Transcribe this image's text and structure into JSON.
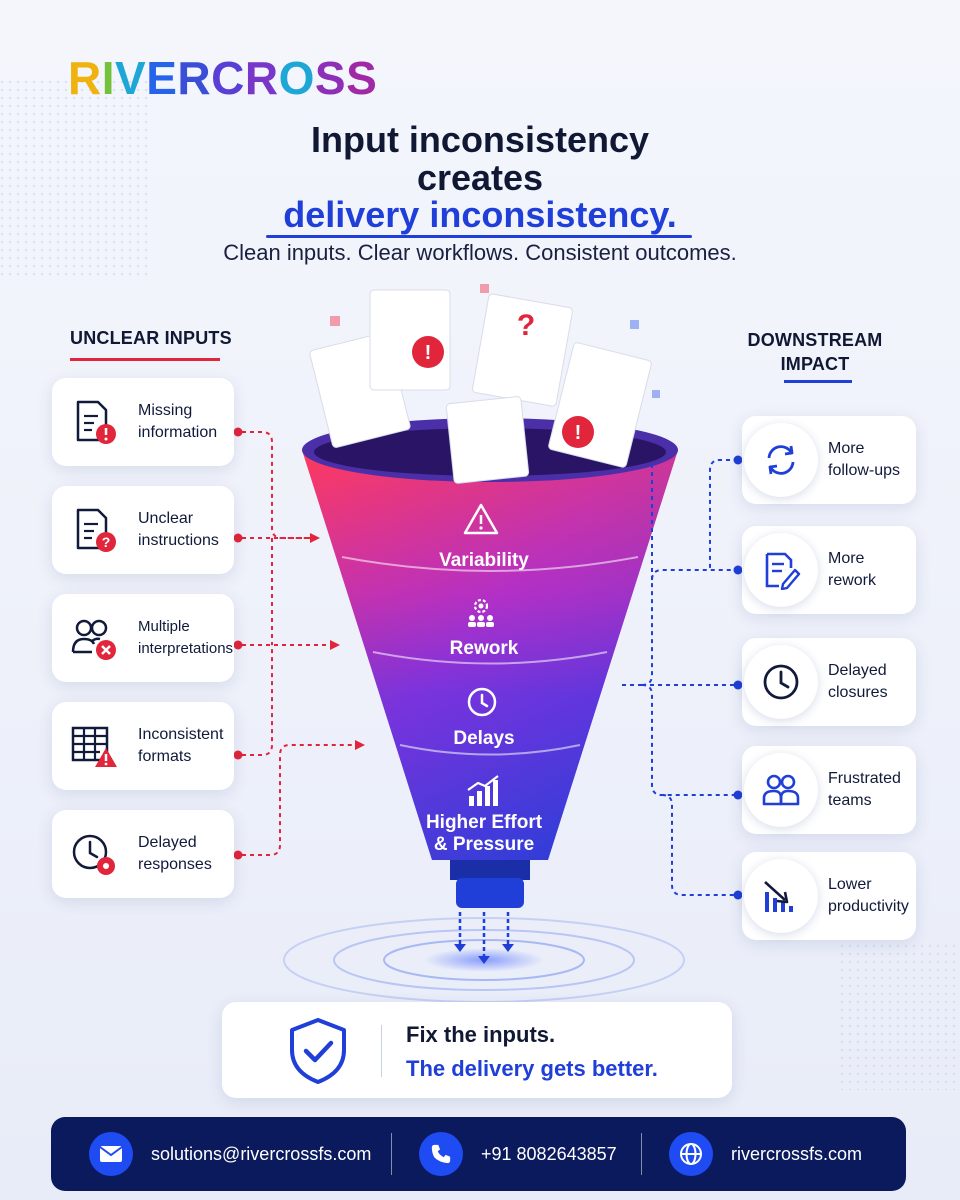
{
  "brand": {
    "logo_text": "RIVERCROSS"
  },
  "headline": {
    "line1": "Input inconsistency",
    "line2": "creates",
    "line3": "delivery inconsistency.",
    "subtitle": "Clean inputs. Clear workflows. Consistent outcomes."
  },
  "left_section": {
    "heading": "UNCLEAR INPUTS",
    "items": [
      {
        "line1": "Missing",
        "line2": "information",
        "icon": "document-alert-icon"
      },
      {
        "line1": "Unclear",
        "line2": "instructions",
        "icon": "document-question-icon"
      },
      {
        "line1": "Multiple",
        "line2": "interpretations",
        "icon": "users-x-icon"
      },
      {
        "line1": "Inconsistent",
        "line2": "formats",
        "icon": "table-warning-icon"
      },
      {
        "line1": "Delayed",
        "line2": "responses",
        "icon": "clock-alert-icon"
      }
    ]
  },
  "funnel": {
    "stages": [
      {
        "label": "Variability",
        "icon": "warning-triangle-icon"
      },
      {
        "label": "Rework",
        "icon": "gear-people-icon"
      },
      {
        "label": "Delays",
        "icon": "clock-icon"
      },
      {
        "label_line1": "Higher Effort",
        "label_line2": "& Pressure",
        "icon": "bar-chart-up-icon"
      }
    ],
    "colors": {
      "top": "#f2365f",
      "mid": "#9b2fd9",
      "bottom": "#1f3fd8"
    }
  },
  "right_section": {
    "heading_line1": "DOWNSTREAM",
    "heading_line2": "IMPACT",
    "items": [
      {
        "line1": "More",
        "line2": "follow-ups",
        "icon": "refresh-icon"
      },
      {
        "line1": "More",
        "line2": "rework",
        "icon": "document-edit-icon"
      },
      {
        "line1": "Delayed",
        "line2": "closures",
        "icon": "clock-icon"
      },
      {
        "line1": "Frustrated",
        "line2": "teams",
        "icon": "users-icon"
      },
      {
        "line1": "Lower",
        "line2": "productivity",
        "icon": "chart-down-icon"
      }
    ]
  },
  "callout": {
    "line1": "Fix the inputs.",
    "line2": "The delivery gets better.",
    "icon": "shield-check-icon"
  },
  "footer": {
    "email": "solutions@rivercrossfs.com",
    "phone": "+91 8082643857",
    "website": "rivercrossfs.com"
  },
  "palette": {
    "accent_blue": "#1f3fd8",
    "accent_red": "#e1253b",
    "navy": "#0b1a5c"
  }
}
